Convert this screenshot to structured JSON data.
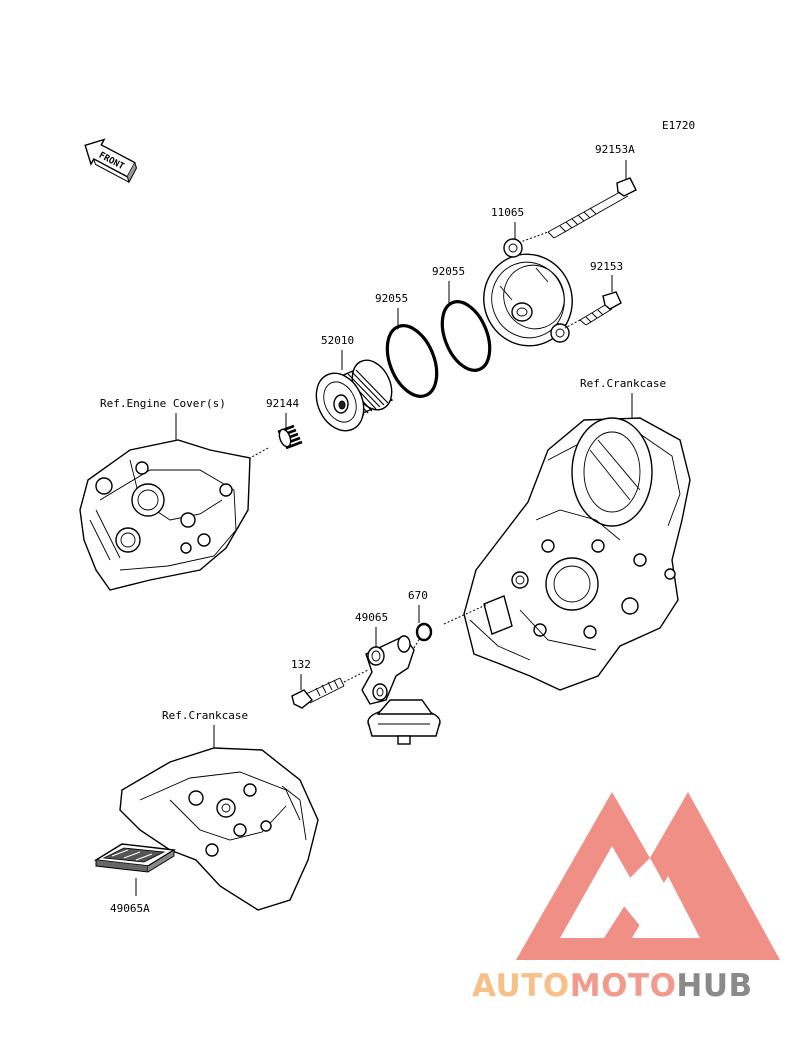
{
  "diagram": {
    "code": "E1720",
    "front_label": "FRONT",
    "parts": {
      "p92153A": "92153A",
      "p11065": "11065",
      "p92153": "92153",
      "p92055a": "92055",
      "p92055b": "92055",
      "p52010": "52010",
      "p92144": "92144",
      "p670": "670",
      "p49065": "49065",
      "p132": "132",
      "p49065A": "49065A"
    },
    "refs": {
      "engine_cover": "Ref.Engine Cover(s)",
      "crankcase_right": "Ref.Crankcase",
      "crankcase_lower": "Ref.Crankcase"
    }
  },
  "watermark": {
    "word_part1": "AUTO",
    "word_part2": "MOTO",
    "word_part3": "HUB",
    "colors": {
      "auto": "#f7c089",
      "moto": "#f29a8e",
      "hub": "#8a8a8a",
      "triangle": "#f08a80"
    }
  }
}
